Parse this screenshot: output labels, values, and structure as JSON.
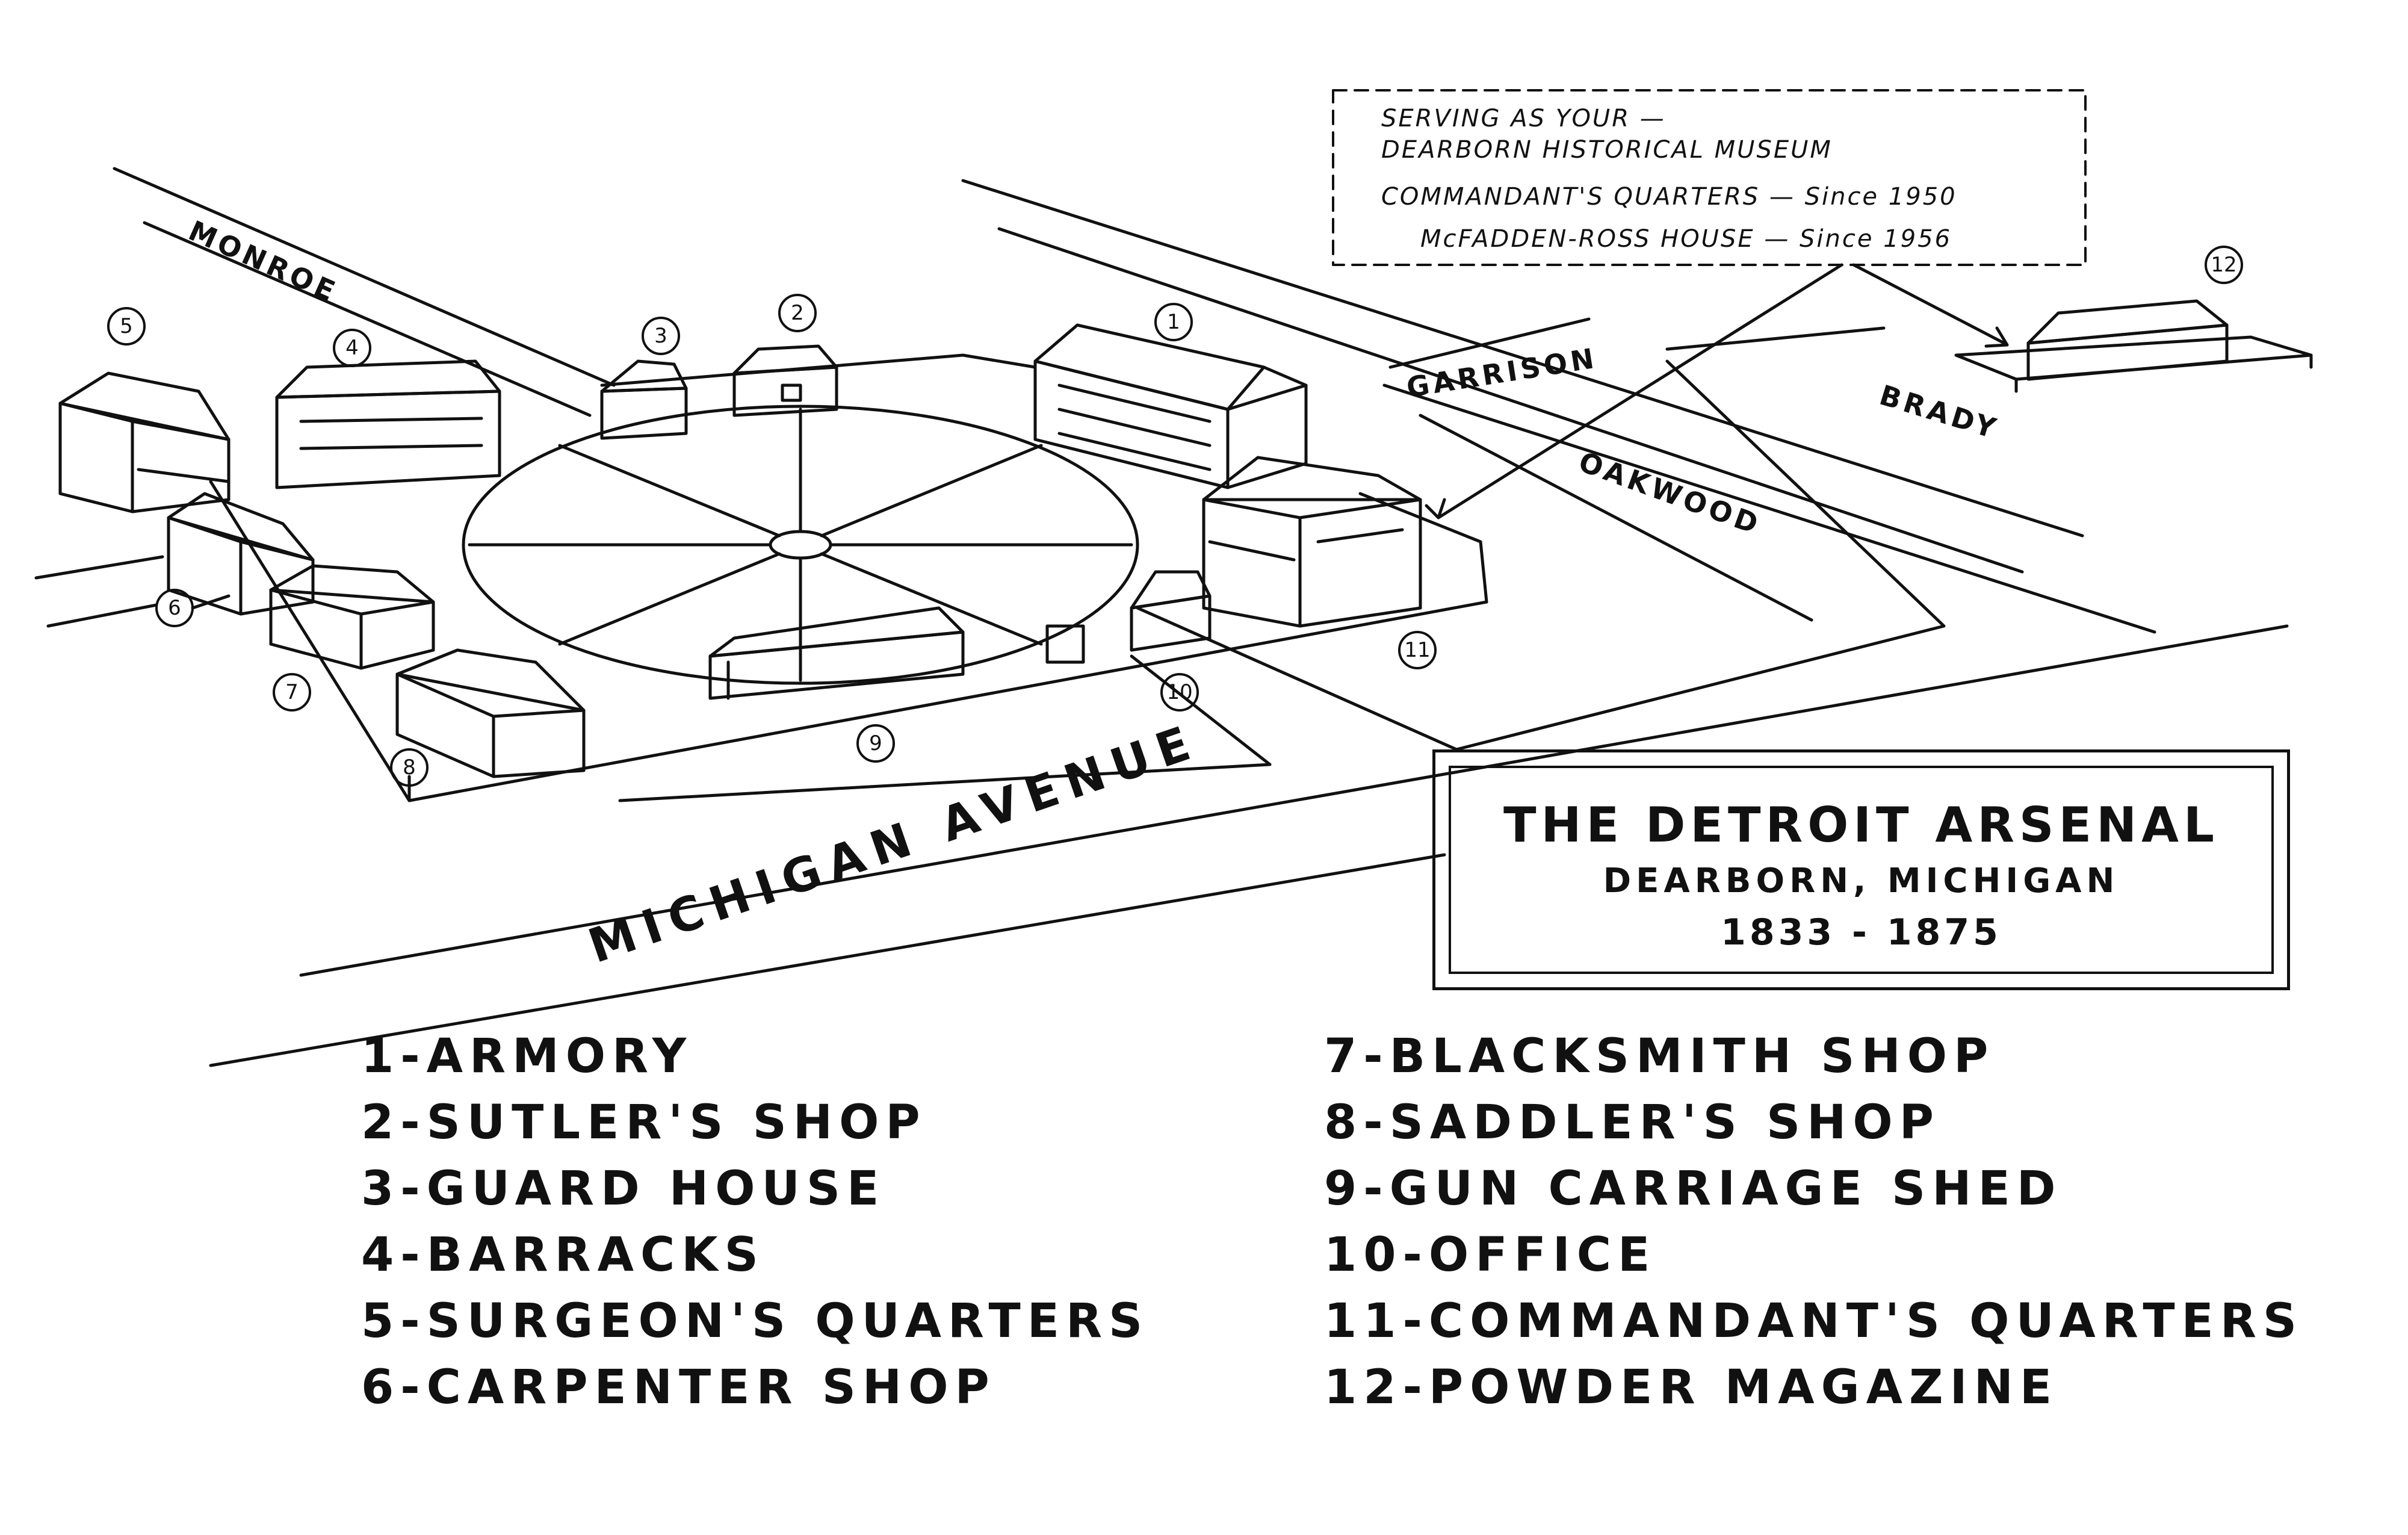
{
  "streets": {
    "monroe": "MONROE",
    "garrison": "GARRISON",
    "brady": "BRADY",
    "oakwood": "OAKWOOD",
    "michigan": "MICHIGAN AVENUE"
  },
  "museum_note": {
    "line1": "SERVING AS YOUR —",
    "line2": "DEARBORN HISTORICAL MUSEUM",
    "line3": "COMMANDANT'S QUARTERS — Since 1950",
    "line4": "McFADDEN-ROSS HOUSE — Since 1956"
  },
  "markers": [
    "1",
    "2",
    "3",
    "4",
    "5",
    "6",
    "7",
    "8",
    "9",
    "10",
    "11",
    "12"
  ],
  "title": {
    "main": "THE DETROIT ARSENAL",
    "sub": "DEARBORN, MICHIGAN",
    "years": "1833 - 1875"
  },
  "legend": [
    "1-ARMORY",
    "2-SUTLER'S SHOP",
    "3-GUARD HOUSE",
    "4-BARRACKS",
    "5-SURGEON'S QUARTERS",
    "6-CARPENTER SHOP",
    "7-BLACKSMITH SHOP",
    "8-SADDLER'S SHOP",
    "9-GUN CARRIAGE SHED",
    "10-OFFICE",
    "11-COMMANDANT'S QUARTERS",
    "12-POWDER MAGAZINE"
  ],
  "colors": {
    "ink": "#111111",
    "paper": "#ffffff"
  }
}
